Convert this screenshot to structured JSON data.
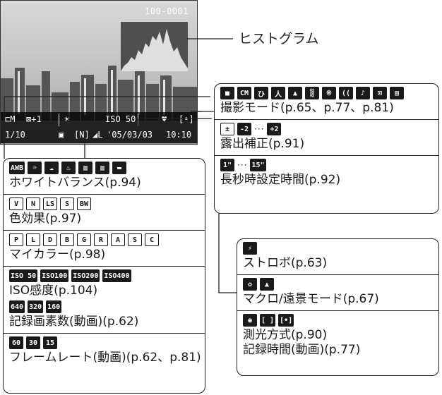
{
  "lcd": {
    "file_number": "100-0001",
    "row1": [
      "⊏M",
      "⊠+1",
      "☀",
      "ISO 50",
      "♥",
      "[•]"
    ],
    "row2": [
      "1/10",
      "▣",
      "[N]",
      "◢L",
      "'05/03/03",
      "10:10"
    ]
  },
  "histogram_label": "ヒストグラム",
  "left_panel": [
    {
      "icons": [
        "AWB",
        "☼",
        "☁",
        "♨",
        "▥",
        "▥",
        "▬"
      ],
      "desc": "ホワイトバランス(p.94)"
    },
    {
      "icons": [
        "V",
        "N",
        "LS",
        "S",
        "BW"
      ],
      "desc": "色効果(p.97)"
    },
    {
      "icons": [
        "P",
        "L",
        "D",
        "B",
        "G",
        "R",
        "A",
        "S",
        "C"
      ],
      "desc": "マイカラー(p.98)"
    },
    {
      "icons": [
        "ISO 50",
        "ISO100",
        "ISO200",
        "ISO400"
      ],
      "desc": "ISO感度(p.104)",
      "icons2": [
        "640",
        "320",
        "160"
      ],
      "desc2": "記録画素数(動画)(p.62)"
    },
    {
      "icons": [
        "60",
        "30",
        "15"
      ],
      "desc": "フレームレート(動画)(p.62、p.81)"
    }
  ],
  "right_top_panel": [
    {
      "icons": [
        "■",
        "CM",
        "ひ",
        "人",
        "▲",
        "▒",
        "※",
        "((",
        "♪",
        "⊡",
        "▤"
      ],
      "desc": "撮影モード(p.65、p.77、p.81)"
    },
    {
      "icons": [
        "±",
        "-2",
        "+2"
      ],
      "desc": "露出補正(p.91)"
    },
    {
      "icons": [
        "1\"",
        "15\""
      ],
      "desc": "長秒時設定時間(p.92)"
    }
  ],
  "right_bottom_panel": [
    {
      "icons": [
        "⚡"
      ],
      "desc": "ストロボ(p.63)"
    },
    {
      "icons": [
        "✿",
        "▲"
      ],
      "desc": "マクロ/遠景モード(p.67)"
    },
    {
      "icons": [
        "◉",
        "[ ]",
        "[•]"
      ],
      "desc": "測光方式(p.90)",
      "desc2": "記録時間(動画)(p.77)"
    }
  ]
}
